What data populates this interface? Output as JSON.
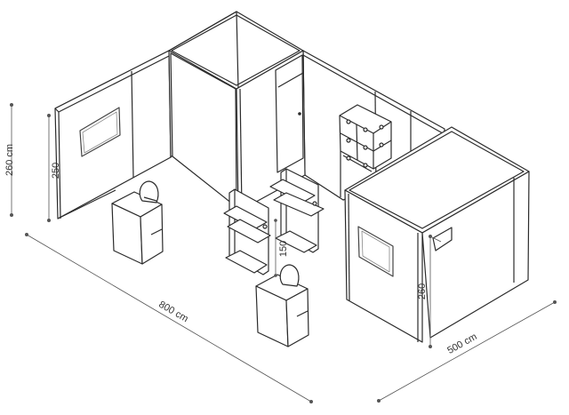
{
  "drawing": {
    "stroke_color": "#2b2b2b",
    "panel_fill": "#ffffff",
    "floor_fill": "#ffffff",
    "dimension_color": "#555555",
    "leader_color": "#7a7a7a",
    "screen_frame": "#666666"
  },
  "dimensions": {
    "total_height": "260 cm",
    "wall_height": "250",
    "length": "800 cm",
    "depth": "500 cm",
    "shelf_height": "150",
    "cabin_height": "260"
  }
}
